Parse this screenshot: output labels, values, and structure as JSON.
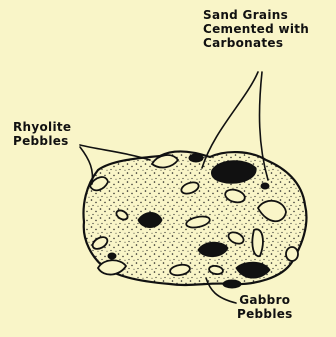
{
  "labels": {
    "sand_grains": [
      "Sand Grains",
      "Cemented with",
      "Carbonates"
    ],
    "rhyolite": [
      "Rhyolite",
      "Pebbles"
    ],
    "gabbro": [
      "Gabbro",
      "Pebbles"
    ]
  },
  "colors": {
    "background": "#f9f5c8",
    "ink": "#111111"
  }
}
